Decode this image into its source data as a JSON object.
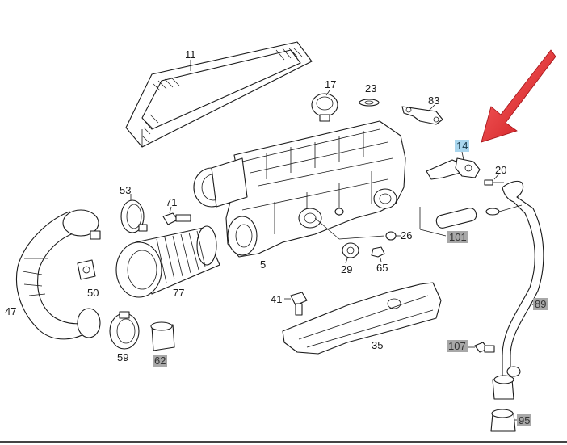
{
  "diagram": {
    "parts": [
      {
        "id": "11",
        "style": "plain"
      },
      {
        "id": "17",
        "style": "plain"
      },
      {
        "id": "23",
        "style": "plain"
      },
      {
        "id": "83",
        "style": "plain"
      },
      {
        "id": "14",
        "style": "blue"
      },
      {
        "id": "20",
        "style": "plain"
      },
      {
        "id": "53",
        "style": "plain"
      },
      {
        "id": "71",
        "style": "plain"
      },
      {
        "id": "26",
        "style": "plain"
      },
      {
        "id": "101",
        "style": "grey"
      },
      {
        "id": "5",
        "style": "plain"
      },
      {
        "id": "29",
        "style": "plain"
      },
      {
        "id": "65",
        "style": "plain"
      },
      {
        "id": "47",
        "style": "plain"
      },
      {
        "id": "50",
        "style": "plain"
      },
      {
        "id": "77",
        "style": "plain"
      },
      {
        "id": "41",
        "style": "plain"
      },
      {
        "id": "89",
        "style": "grey"
      },
      {
        "id": "59",
        "style": "plain"
      },
      {
        "id": "62",
        "style": "grey"
      },
      {
        "id": "35",
        "style": "plain"
      },
      {
        "id": "107",
        "style": "grey"
      },
      {
        "id": "95",
        "style": "grey"
      }
    ],
    "colors": {
      "line": "#1a1a1a",
      "highlight_blue": "#a9d6ee",
      "highlight_grey": "#a8a8a8",
      "arrow": "#e8262b"
    },
    "pointer": "red-arrow-icon"
  }
}
